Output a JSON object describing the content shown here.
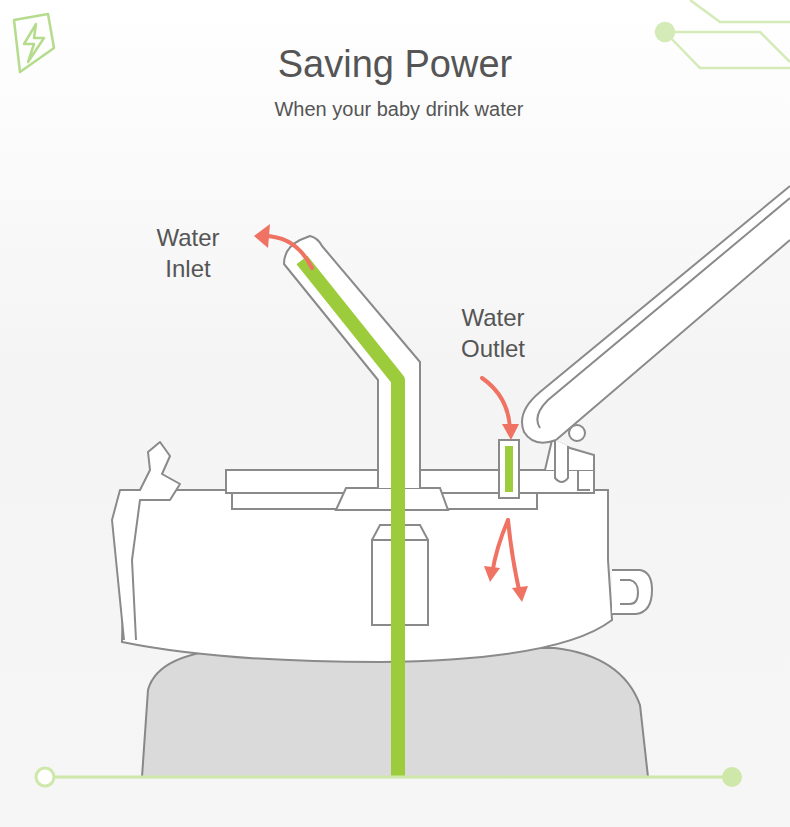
{
  "diagram": {
    "title": "Saving Power",
    "labels": [
      "When your baby drink water",
      "Water Inlet",
      "Water Outlet"
    ]
  }
}
